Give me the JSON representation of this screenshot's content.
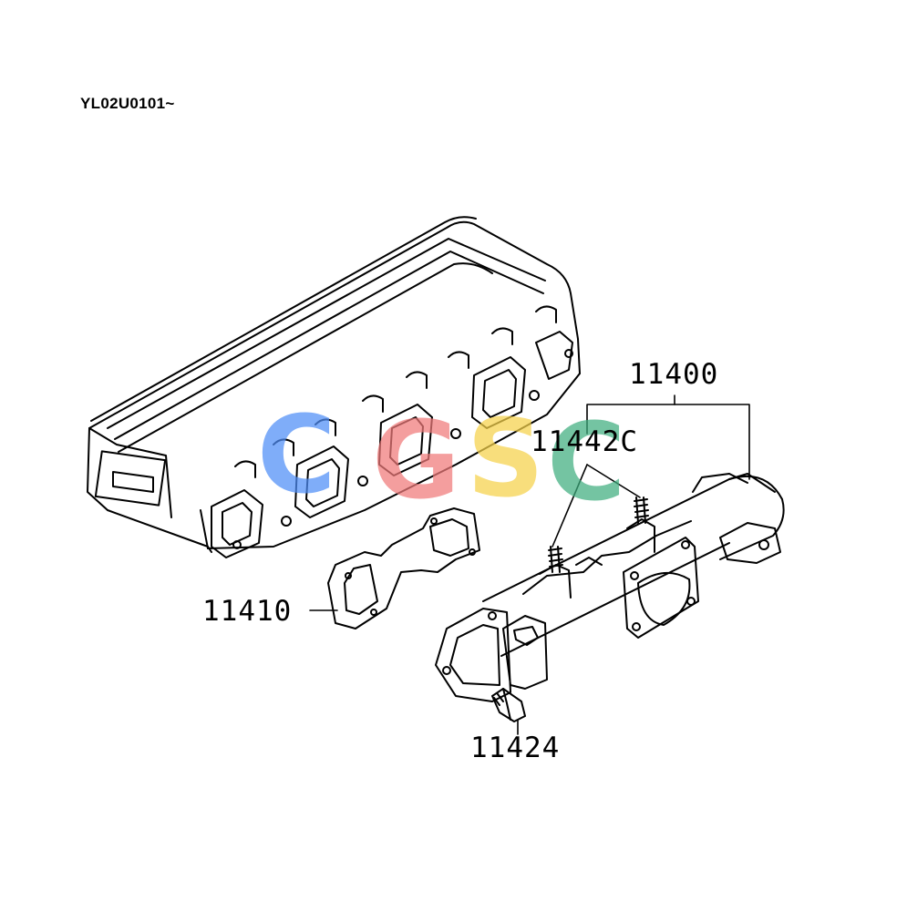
{
  "serial_range": "YL02U0101~",
  "callouts": {
    "manifold": "11400",
    "stud": "11442C",
    "gasket": "11410",
    "plug": "11424"
  },
  "watermark": {
    "letters": [
      "C",
      "G",
      "S",
      "C"
    ],
    "colors": [
      "#4f8ef7",
      "#f07a7a",
      "#f6d24a",
      "#3fae7f"
    ]
  }
}
